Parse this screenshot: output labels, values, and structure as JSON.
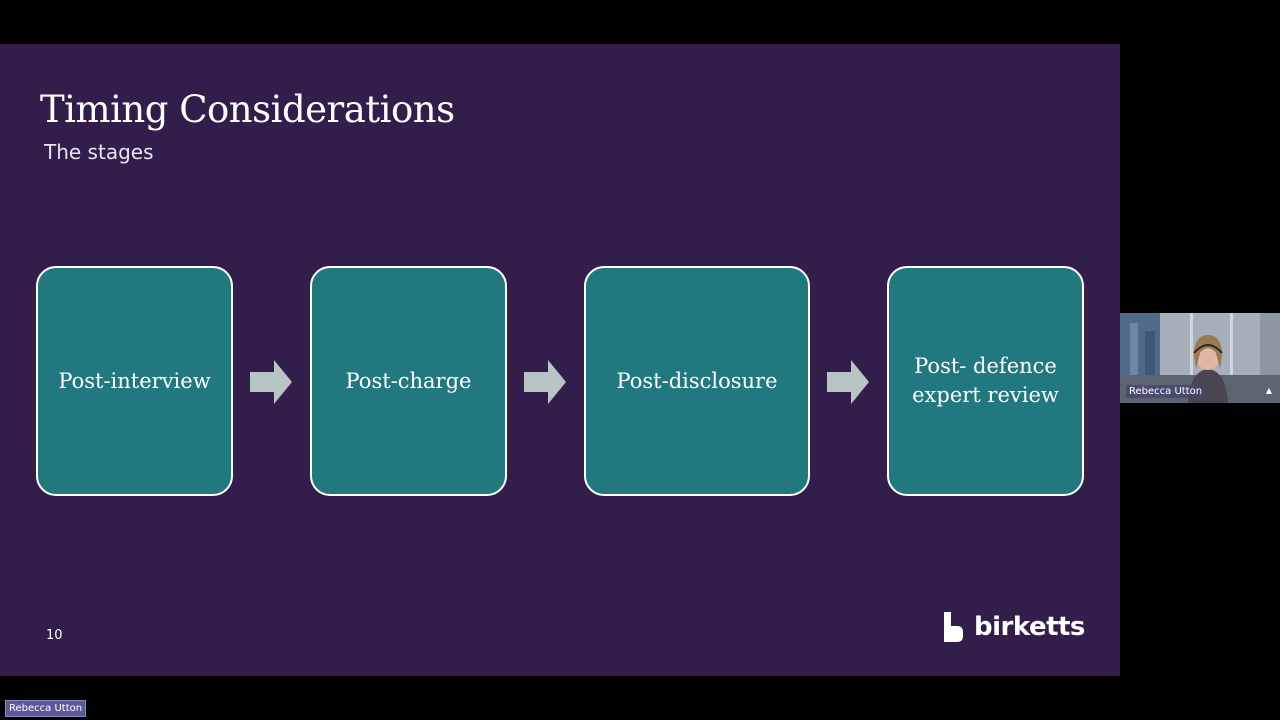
{
  "slide": {
    "title": "Timing Considerations",
    "subtitle": "The stages",
    "page_number": "10",
    "background_color": "#331e4b",
    "stage_color": "#22787f",
    "arrow_color": "#b9c4c7",
    "stages": [
      {
        "label": "Post-interview"
      },
      {
        "label": "Post-charge"
      },
      {
        "label": "Post-disclosure"
      },
      {
        "label": "Post- defence\nexpert review"
      }
    ],
    "logo_text": "birketts"
  },
  "webcam": {
    "participant_name": "Rebecca Utton"
  },
  "presenter": {
    "name": "Rebecca Utton"
  }
}
